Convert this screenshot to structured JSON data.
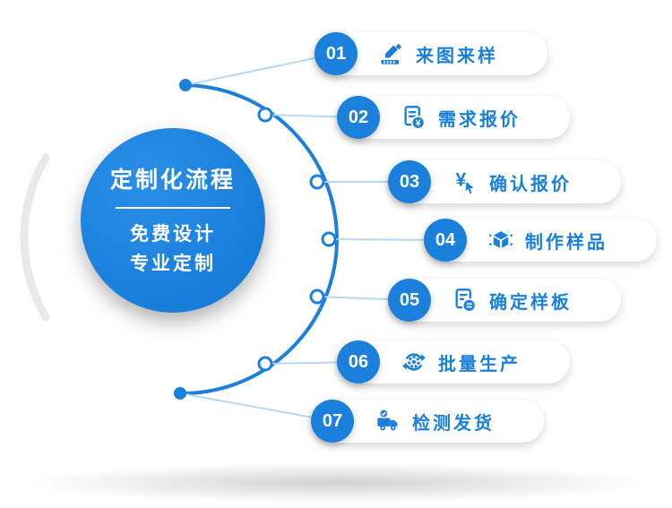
{
  "center": {
    "title": "定制化流程",
    "subtitle_line1": "免费设计",
    "subtitle_line2": "专业定制"
  },
  "steps": [
    {
      "num": "01",
      "label": "来图来样",
      "icon": "drawing-sample-icon"
    },
    {
      "num": "02",
      "label": "需求报价",
      "icon": "requirement-quote-icon"
    },
    {
      "num": "03",
      "label": "确认报价",
      "icon": "confirm-quote-icon"
    },
    {
      "num": "04",
      "label": "制作样品",
      "icon": "make-sample-icon"
    },
    {
      "num": "05",
      "label": "确定样板",
      "icon": "confirm-template-icon"
    },
    {
      "num": "06",
      "label": "批量生产",
      "icon": "mass-production-icon"
    },
    {
      "num": "07",
      "label": "检测发货",
      "icon": "inspect-ship-icon"
    }
  ],
  "colors": {
    "primary": "#1a80dc",
    "connector": "#b5d8f5",
    "arc_gray": "#e9e9e9"
  }
}
